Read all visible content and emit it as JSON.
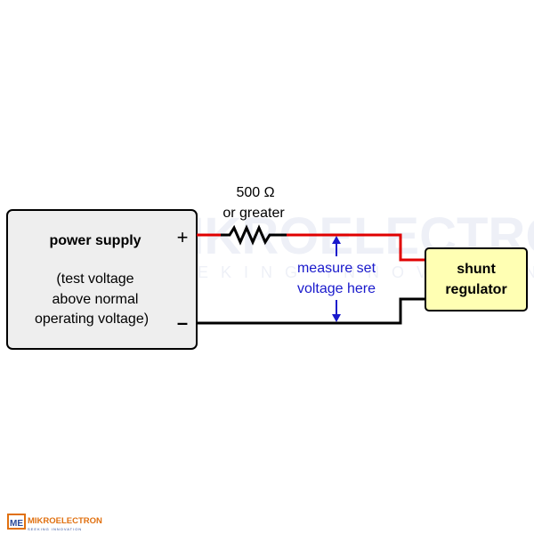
{
  "diagram": {
    "power_supply": {
      "title": "power supply",
      "desc_lines": [
        "(test voltage",
        "above normal",
        "operating voltage)"
      ],
      "plus": "+",
      "minus": "–"
    },
    "resistor": {
      "value": "500 Ω",
      "note": "or greater"
    },
    "measure": {
      "lines": [
        "measure set",
        "voltage here"
      ]
    },
    "regulator": {
      "lines": [
        "shunt",
        "regulator"
      ]
    },
    "colors": {
      "positive_wire": "#e00000",
      "negative_wire": "#000000",
      "measure_text": "#1a1acc",
      "supply_fill": "#eeeeee",
      "regulator_fill": "#ffffb3"
    }
  },
  "watermark": {
    "brand": "MIKROELECTRON",
    "tagline": "SEEKING INNOVATION",
    "mark": "ME"
  }
}
